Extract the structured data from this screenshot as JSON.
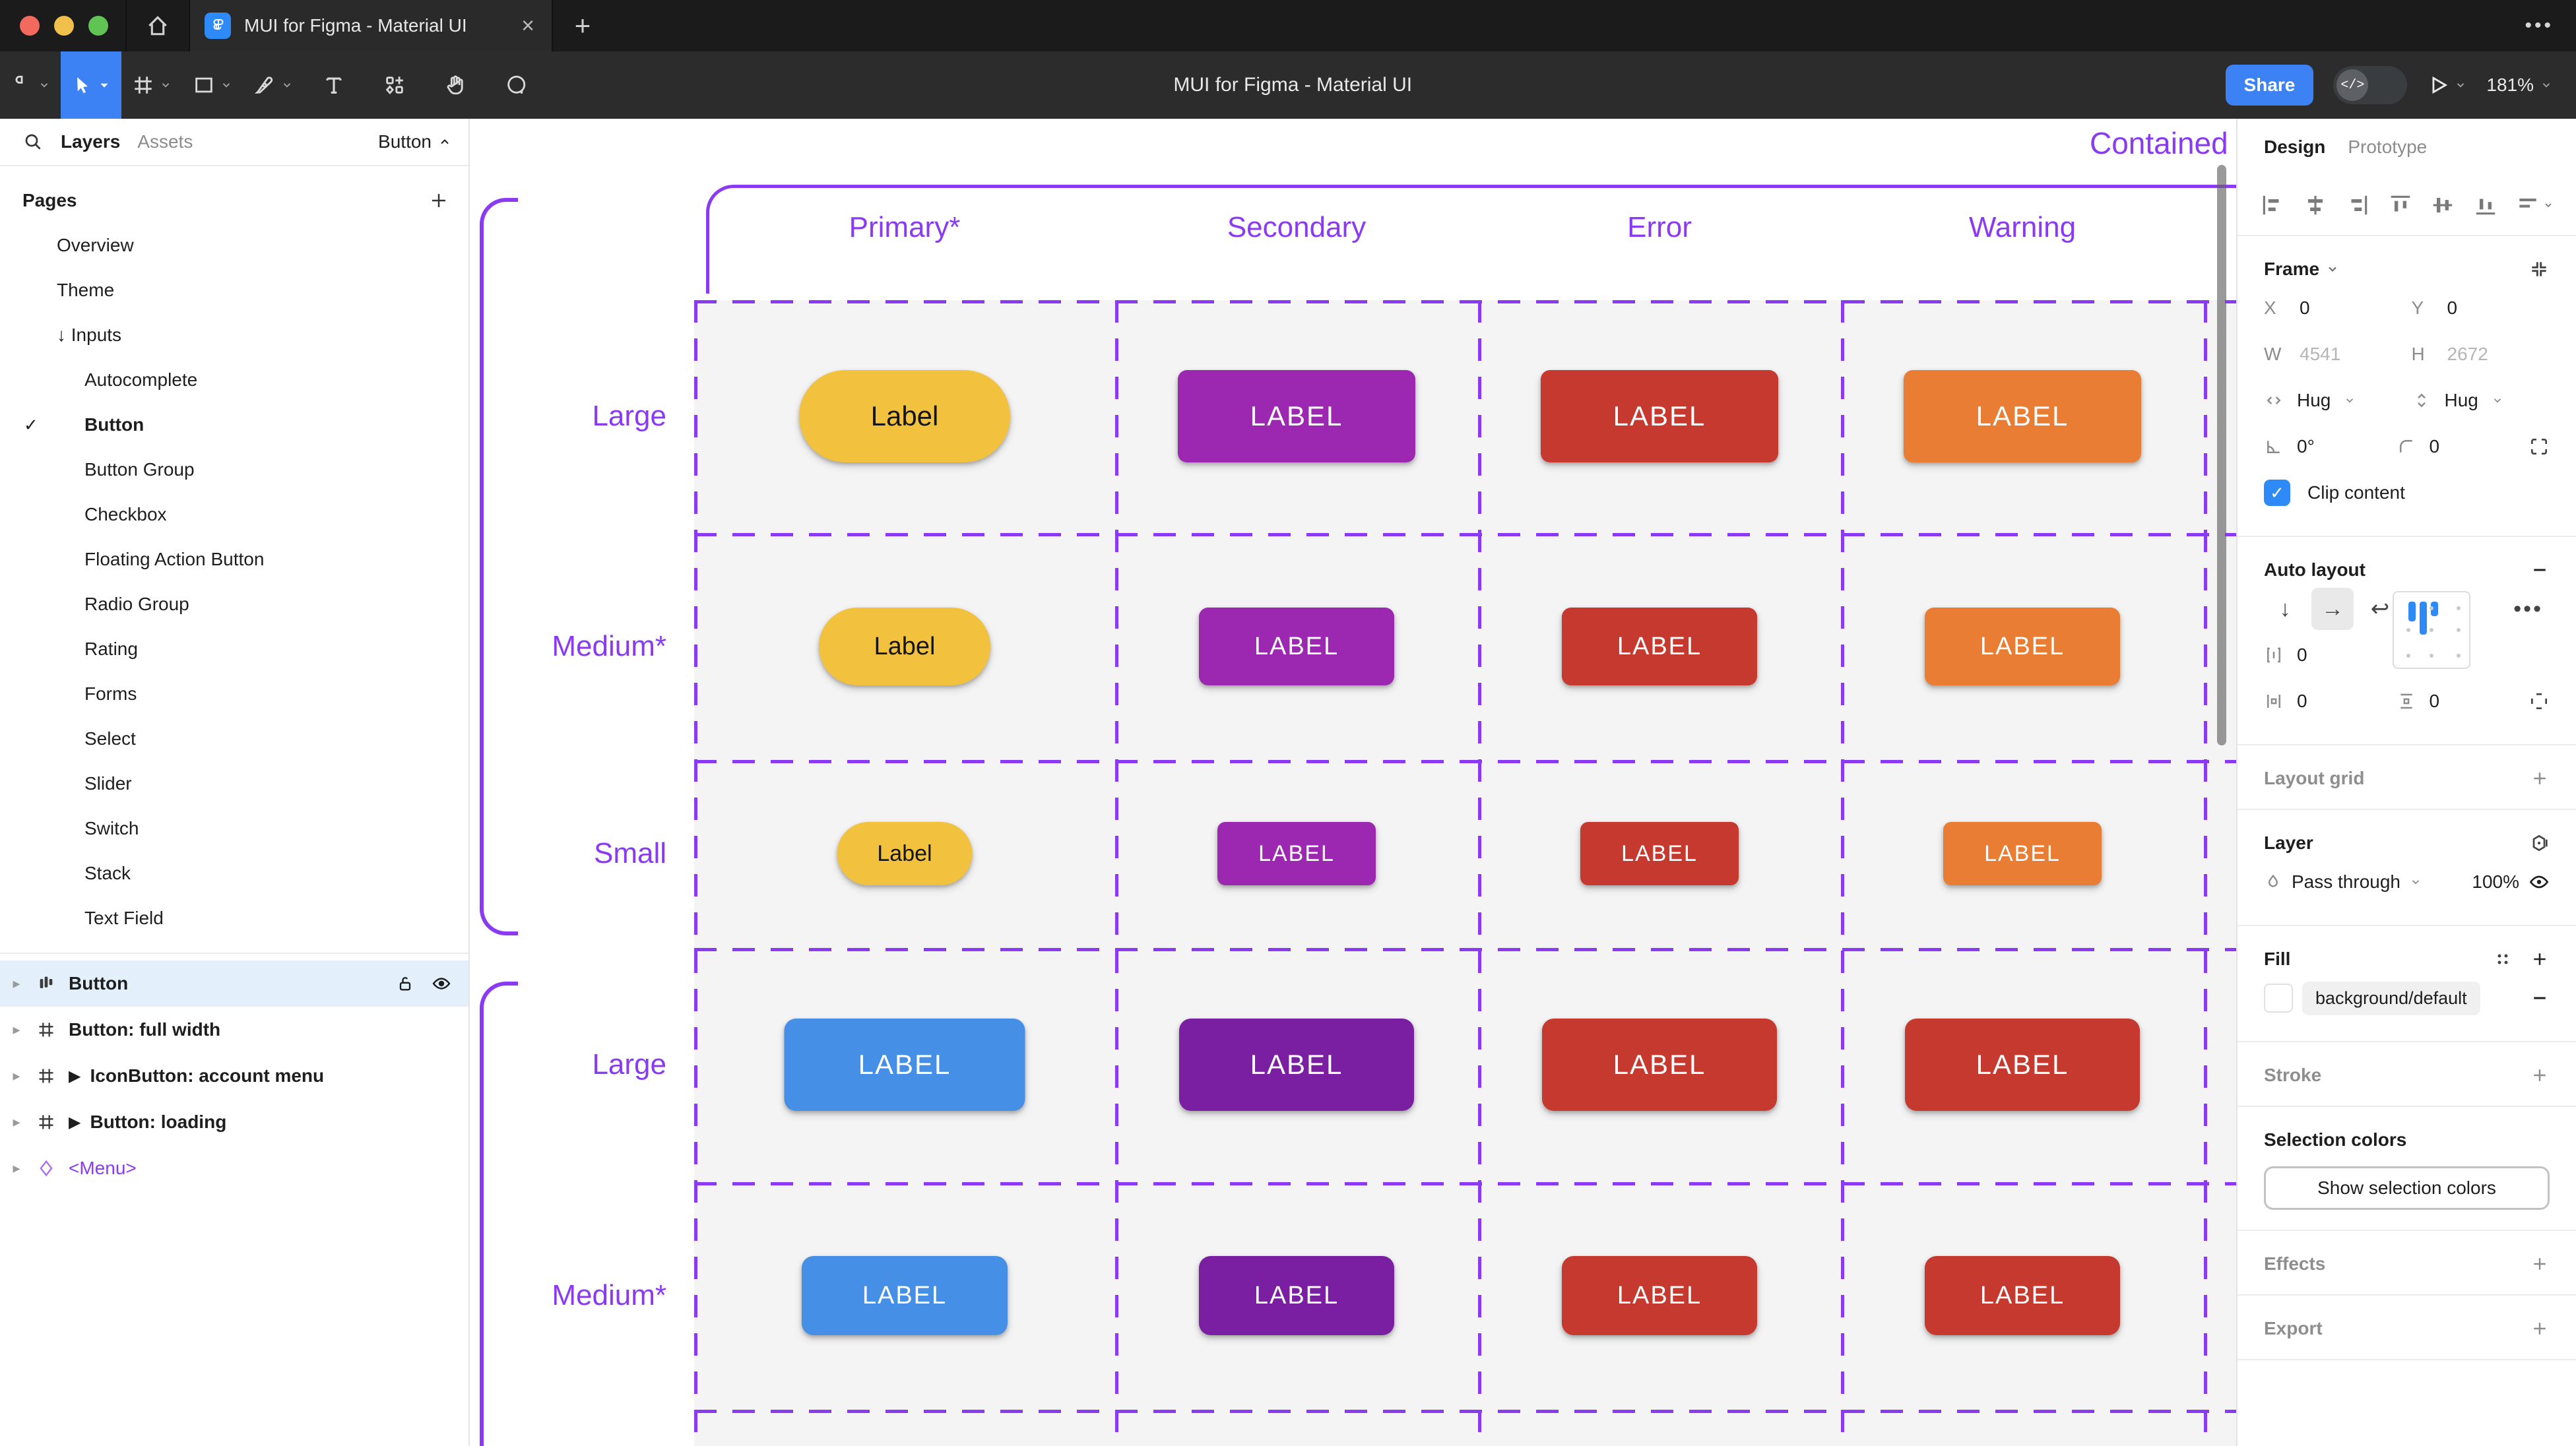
{
  "window": {
    "tab_title": "MUI for Figma - Material UI",
    "close_glyph": "×",
    "new_tab_glyph": "+",
    "more_glyph": "•••"
  },
  "toolbar": {
    "title": "MUI for Figma - Material UI",
    "share_label": "Share",
    "zoom_level": "181%"
  },
  "left_panel": {
    "tabs": {
      "layers": "Layers",
      "assets": "Assets"
    },
    "jump_dropdown": "Button",
    "pages_header": "Pages",
    "pages": [
      {
        "label": "Overview",
        "indent": 1
      },
      {
        "label": "Theme",
        "indent": 1
      },
      {
        "label": "Inputs",
        "indent": 1,
        "prefix": "↓"
      },
      {
        "label": "Autocomplete",
        "indent": 2
      },
      {
        "label": "Button",
        "indent": 2,
        "checked": true,
        "bold": true
      },
      {
        "label": "Button Group",
        "indent": 2
      },
      {
        "label": "Checkbox",
        "indent": 2
      },
      {
        "label": "Floating Action Button",
        "indent": 2
      },
      {
        "label": "Radio Group",
        "indent": 2
      },
      {
        "label": "Rating",
        "indent": 2
      },
      {
        "label": "Forms",
        "indent": 2
      },
      {
        "label": "Select",
        "indent": 2
      },
      {
        "label": "Slider",
        "indent": 2
      },
      {
        "label": "Switch",
        "indent": 2
      },
      {
        "label": "Stack",
        "indent": 2
      },
      {
        "label": "Text Field",
        "indent": 2
      }
    ],
    "layers": [
      {
        "label": "Button",
        "icon": "auto-layout",
        "selected": true,
        "trailing": true
      },
      {
        "label": "Button: full width",
        "icon": "frame"
      },
      {
        "label": "IconButton: account menu",
        "icon": "frame",
        "component_arrow": true
      },
      {
        "label": "Button: loading",
        "icon": "frame",
        "component_arrow": true
      },
      {
        "label": "<Menu>",
        "icon": "component-diamond",
        "purple": true
      }
    ]
  },
  "canvas": {
    "frame_title": "Contained",
    "column_headers": [
      "Primary*",
      "Secondary",
      "Error",
      "Warning"
    ],
    "row_labels": [
      "Large",
      "Medium*",
      "Small",
      "Large",
      "Medium*"
    ],
    "buttons": [
      {
        "row": 0,
        "col": 0,
        "color": "#F2C23E",
        "text": "Label",
        "text_color": "#151515",
        "shape": "pill"
      },
      {
        "row": 0,
        "col": 1,
        "color": "#9C27B0",
        "text": "LABEL"
      },
      {
        "row": 0,
        "col": 2,
        "color": "#C6392F",
        "text": "LABEL"
      },
      {
        "row": 0,
        "col": 3,
        "color": "#E87D33",
        "text": "LABEL"
      },
      {
        "row": 1,
        "col": 0,
        "color": "#F2C23E",
        "text": "Label",
        "text_color": "#151515",
        "shape": "pill"
      },
      {
        "row": 1,
        "col": 1,
        "color": "#9C27B0",
        "text": "LABEL"
      },
      {
        "row": 1,
        "col": 2,
        "color": "#C6392F",
        "text": "LABEL"
      },
      {
        "row": 1,
        "col": 3,
        "color": "#E87D33",
        "text": "LABEL"
      },
      {
        "row": 2,
        "col": 0,
        "color": "#F2C23E",
        "text": "Label",
        "text_color": "#151515",
        "shape": "pill"
      },
      {
        "row": 2,
        "col": 1,
        "color": "#9C27B0",
        "text": "LABEL"
      },
      {
        "row": 2,
        "col": 2,
        "color": "#C6392F",
        "text": "LABEL"
      },
      {
        "row": 2,
        "col": 3,
        "color": "#E87D33",
        "text": "LABEL"
      },
      {
        "row": 3,
        "col": 0,
        "color": "#4590E6",
        "text": "LABEL"
      },
      {
        "row": 3,
        "col": 1,
        "color": "#7B1FA2",
        "text": "LABEL"
      },
      {
        "row": 3,
        "col": 2,
        "color": "#C6392F",
        "text": "LABEL"
      },
      {
        "row": 3,
        "col": 3,
        "color": "#C6392F",
        "text": "LABEL"
      },
      {
        "row": 4,
        "col": 0,
        "color": "#4590E6",
        "text": "LABEL"
      },
      {
        "row": 4,
        "col": 1,
        "color": "#7B1FA2",
        "text": "LABEL"
      },
      {
        "row": 4,
        "col": 2,
        "color": "#C6392F",
        "text": "LABEL"
      },
      {
        "row": 4,
        "col": 3,
        "color": "#C6392F",
        "text": "LABEL"
      }
    ],
    "accent_color": "#8A3AF2"
  },
  "right_panel": {
    "tabs": {
      "design": "Design",
      "prototype": "Prototype"
    },
    "frame": {
      "title": "Frame",
      "x_label": "X",
      "x_value": "0",
      "y_label": "Y",
      "y_value": "0",
      "w_label": "W",
      "w_value": "4541",
      "h_label": "H",
      "h_value": "2672",
      "h_resize": "Hug",
      "v_resize": "Hug",
      "rotation": "0°",
      "corner_radius": "0",
      "clip_label": "Clip content"
    },
    "auto_layout": {
      "title": "Auto layout",
      "gap": "0",
      "padding_h": "0",
      "padding_v": "0"
    },
    "layout_grid": {
      "title": "Layout grid"
    },
    "layer": {
      "title": "Layer",
      "blend_mode": "Pass through",
      "opacity": "100%"
    },
    "fill": {
      "title": "Fill",
      "style_name": "background/default"
    },
    "stroke": {
      "title": "Stroke"
    },
    "selection_colors": {
      "title": "Selection colors",
      "button_label": "Show selection colors"
    },
    "effects": {
      "title": "Effects"
    },
    "export": {
      "title": "Export"
    }
  }
}
